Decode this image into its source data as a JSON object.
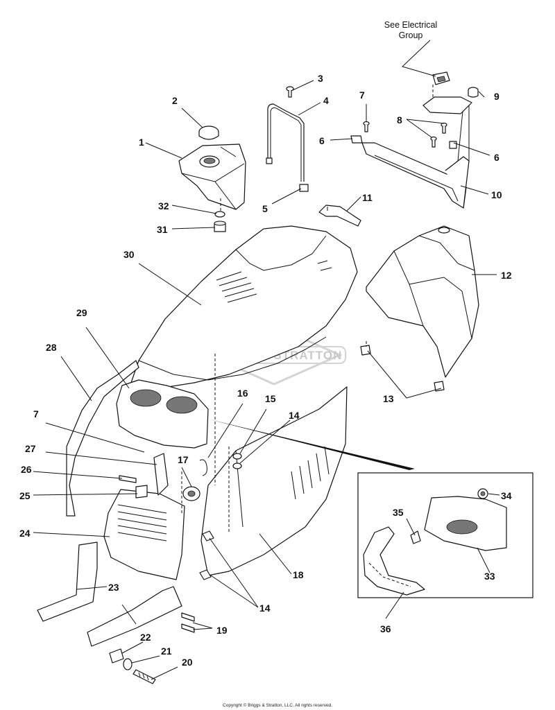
{
  "note": {
    "line1": "See Electrical",
    "line2": "Group"
  },
  "callouts": {
    "c1": "1",
    "c2": "2",
    "c3": "3",
    "c4": "4",
    "c5": "5",
    "c6a": "6",
    "c6b": "6",
    "c7a": "7",
    "c7b": "7",
    "c8": "8",
    "c9": "9",
    "c10": "10",
    "c11": "11",
    "c12": "12",
    "c13": "13",
    "c14a": "14",
    "c14b": "14",
    "c15": "15",
    "c16": "16",
    "c17": "17",
    "c18": "18",
    "c19": "19",
    "c20": "20",
    "c21": "21",
    "c22": "22",
    "c23": "23",
    "c24": "24",
    "c25": "25",
    "c26": "26",
    "c27": "27",
    "c28": "28",
    "c29": "29",
    "c30": "30",
    "c31": "31",
    "c32": "32",
    "c33": "33",
    "c34": "34",
    "c35": "35",
    "c36": "36"
  },
  "watermark": "BRIGGS & STRATTON",
  "copyright": "Copyright © Briggs & Stratton, LLC. All rights reserved.",
  "colors": {
    "ink": "#111111",
    "paper": "#ffffff",
    "watermark": "#c4c4c4"
  }
}
